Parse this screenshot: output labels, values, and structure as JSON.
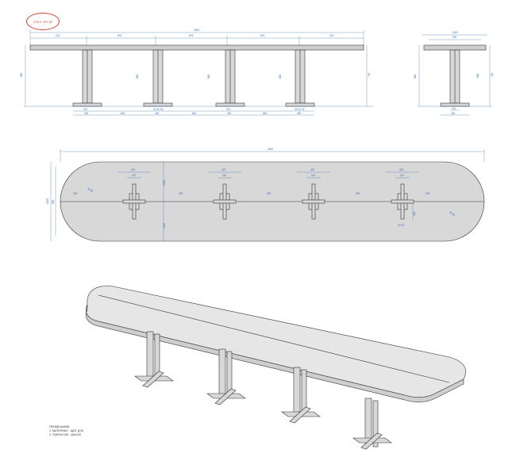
{
  "badge": {
    "text": "СПОТ ЭП ЭЛ"
  },
  "front_view": {
    "overall_length": "4000",
    "segments": [
      "151",
      "876",
      "876",
      "876",
      "151"
    ],
    "height": "740",
    "leg_height": "660",
    "base_width": "400",
    "leg_gap": "816",
    "leg_inner": [
      "30 30 30",
      "30 30 30"
    ],
    "leg_mid": "110"
  },
  "side_view": {
    "width": "1000",
    "top_width": "900",
    "height": "720",
    "leg_height": "660",
    "base_width": "400",
    "leg_mid": "110"
  },
  "plan_view": {
    "overall_length": "4000",
    "width": "1000",
    "inner_width": "880",
    "cross_width": "420",
    "cross_mid": "110",
    "gap": "490",
    "radius": "R500",
    "edge": "1000",
    "offset_left": "160",
    "offset_right": "160",
    "cross_height": "400",
    "small": "20 20"
  },
  "notes": {
    "title": "ПРИМЕЧАНИЕ:",
    "line1": "1. МАТЕРИАЛ - ЩИТ ДУБ",
    "line2": "2. ПОКРЫТИЕ - МАСЛО"
  }
}
